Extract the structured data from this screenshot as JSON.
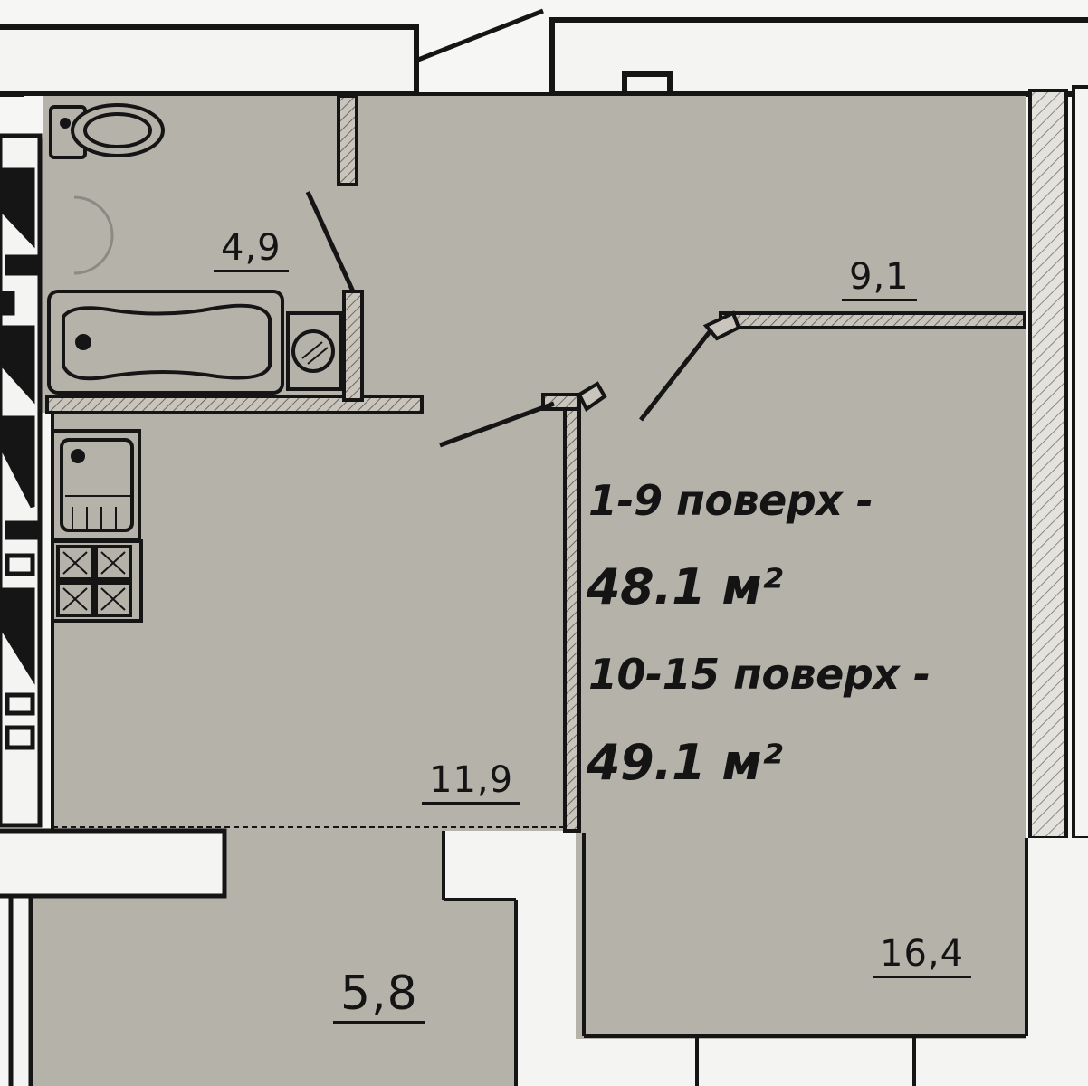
{
  "colors": {
    "floor": "#b5b2aa",
    "wall_fill": "#c9c5bd",
    "line": "#151515",
    "background": "#f6f6f4"
  },
  "rooms": {
    "bathroom": {
      "area": "4,9"
    },
    "living_room_upper": {
      "area": "9,1"
    },
    "kitchen_hall": {
      "area": "11,9"
    },
    "living_room": {
      "area": "16,4"
    },
    "balcony": {
      "area": "5,8"
    }
  },
  "info": {
    "floors_1_9_label": "1-9 поверх -",
    "floors_1_9_area": "48.1 м²",
    "floors_10_15_label": "10-15 поверх -",
    "floors_10_15_area": "49.1 м²"
  },
  "icons": [
    "toilet-icon",
    "bathtub-icon",
    "washing-machine-icon",
    "sink-icon",
    "stove-icon",
    "door-swing-icon"
  ]
}
